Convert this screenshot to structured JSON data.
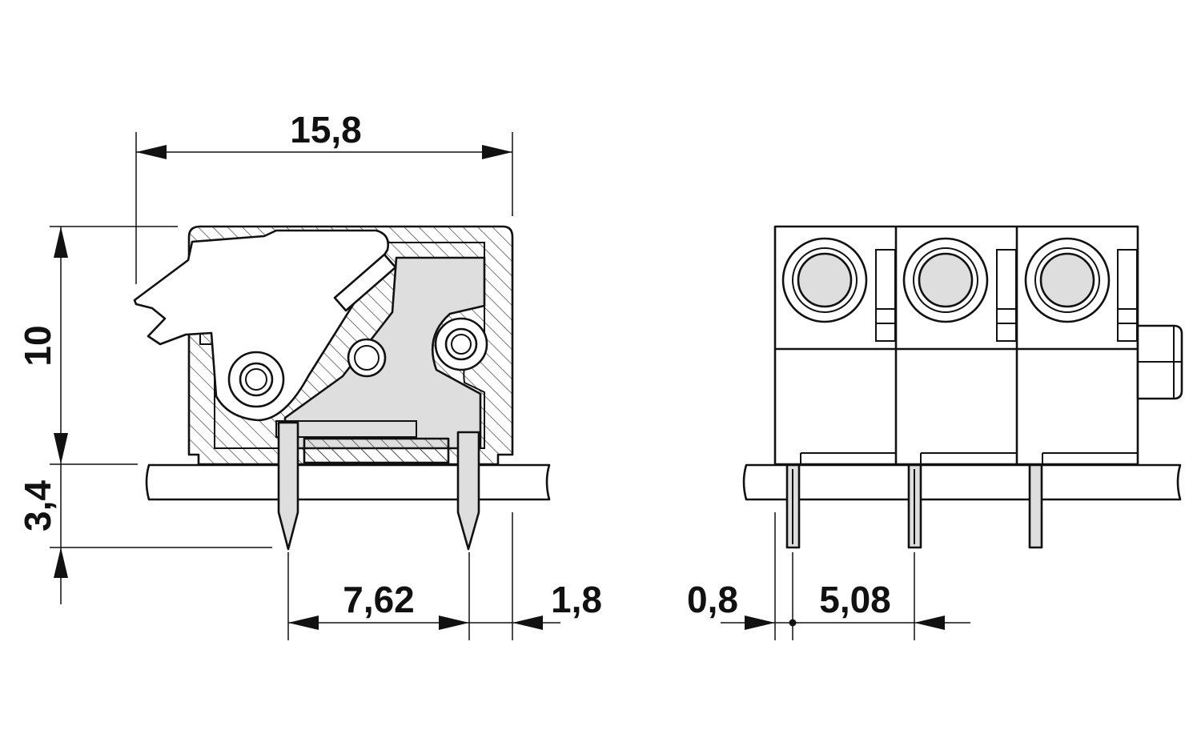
{
  "colors": {
    "line": "#111111",
    "body_fill": "#ffffff",
    "insert_fill": "#dedede",
    "hatch": "#333333"
  },
  "dimensions": {
    "width_total": "15,8",
    "height_body": "10",
    "pin_length": "3,4",
    "pin_pitch_side": "7,62",
    "offset_side": "1,8",
    "pin_width": "0,8",
    "pin_pitch_front": "5,08"
  },
  "front_view": {
    "poles": 3
  }
}
